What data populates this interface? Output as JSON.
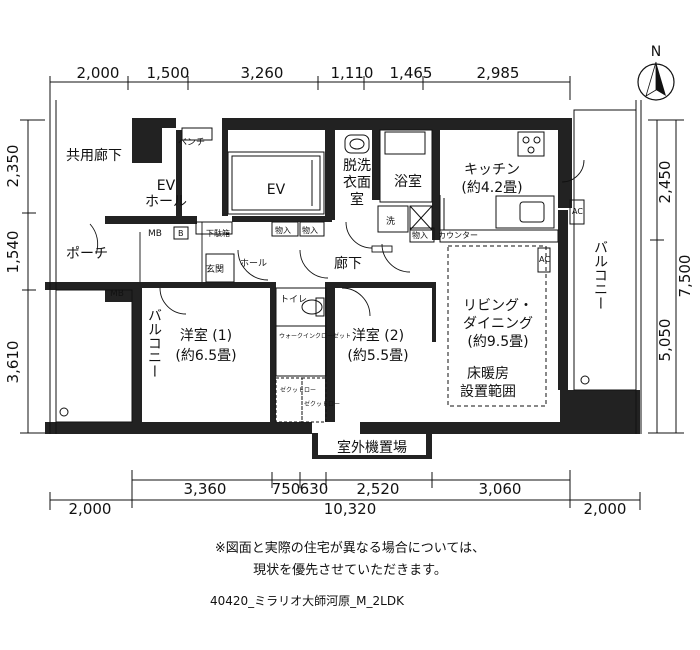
{
  "dimensions": {
    "top": [
      "2,000",
      "1,500",
      "3,260",
      "1,110",
      "1,465",
      "2,985"
    ],
    "bottom_row1": [
      "3,360",
      "750",
      "630",
      "2,520",
      "3,060"
    ],
    "bottom_row2": [
      "2,000",
      "10,320",
      "2,000"
    ],
    "left": [
      "2,350",
      "1,540",
      "3,610"
    ],
    "right_inner": [
      "2,450",
      "5,050"
    ],
    "right_outer": "7,500"
  },
  "compass": "N",
  "rooms": {
    "corridor_shared": "共用廊下",
    "bench": "ベンチ",
    "ev_hall": "EV",
    "ev_hall2": "ホール",
    "ev": "EV",
    "powder_1": "脱洗",
    "powder_2": "衣面",
    "powder_3": "室",
    "bath": "浴室",
    "kitchen_1": "キッチン",
    "kitchen_2": "(約4.2畳)",
    "porch": "ポーチ",
    "mb1": "MB",
    "b_label": "B",
    "mb2": "MB",
    "shoe_box": "下駄箱",
    "genkan": "玄関",
    "hall": "ホール",
    "corridor": "廊下",
    "storage1": "物入",
    "storage2": "物入",
    "storage3": "物入",
    "wash": "洗",
    "counter": "カウンター",
    "toilet": "トイレ",
    "balcony_left": "バルコニー",
    "balcony_right": "バルコニー",
    "bed1_1": "洋室 (1)",
    "bed1_2": "(約6.5畳)",
    "bed2_1": "洋室 (2)",
    "bed2_2": "(約5.5畳)",
    "walkin": "ウォークインクローゼット",
    "closet1": "ゼクットロー",
    "closet2": "ゼクットロー",
    "living_1": "リビング・",
    "living_2": "ダイニング",
    "living_3": "(約9.5畳)",
    "floorheat_1": "床暖房",
    "floorheat_2": "設置範囲",
    "outdoor_unit": "室外機置場",
    "ac1": "AC",
    "ac2": "AC"
  },
  "notes": {
    "line1": "※図面と実際の住宅が異なる場合については、",
    "line2": "現状を優先させていただきます。"
  },
  "file_name": "40420_ミラリオ大師河原_M_2LDK"
}
